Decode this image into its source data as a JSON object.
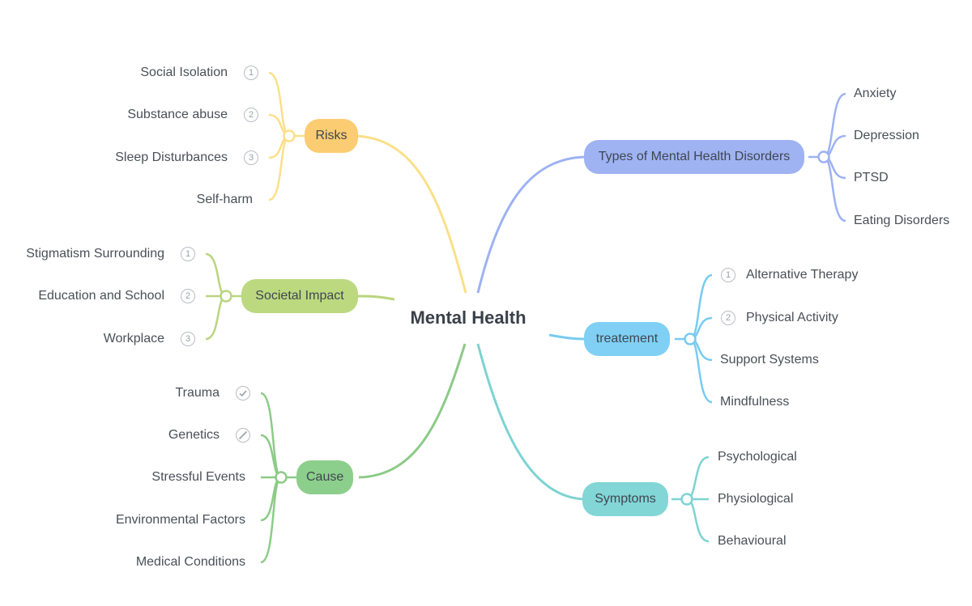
{
  "center": {
    "label": "Mental Health"
  },
  "colors": {
    "risks": "#fbe08a",
    "risks_fill": "#fbcc72",
    "societal": "#b9d57e",
    "societal_fill": "#bcd97f",
    "cause": "#8ccb87",
    "cause_fill": "#8ccf8c",
    "types": "#9db2f3",
    "types_fill": "#9fb3f3",
    "treatment": "#77cbf2",
    "treatment_fill": "#7fd0f4",
    "symptoms": "#7dd3d2",
    "symptoms_fill": "#82d6d6"
  },
  "branches": {
    "risks": {
      "label": "Risks",
      "items": [
        {
          "label": "Social Isolation",
          "badge": "1"
        },
        {
          "label": "Substance abuse",
          "badge": "2"
        },
        {
          "label": "Sleep Disturbances",
          "badge": "3"
        },
        {
          "label": "Self-harm",
          "badge": ""
        }
      ]
    },
    "societal": {
      "label": "Societal Impact",
      "items": [
        {
          "label": "Stigmatism Surrounding",
          "badge": "1"
        },
        {
          "label": "Education and School",
          "badge": "2"
        },
        {
          "label": "Workplace",
          "badge": "3"
        }
      ]
    },
    "cause": {
      "label": "Cause",
      "items": [
        {
          "label": "Trauma",
          "icon": "check-icon"
        },
        {
          "label": "Genetics",
          "icon": "prohibited-icon"
        },
        {
          "label": "Stressful Events"
        },
        {
          "label": "Environmental Factors"
        },
        {
          "label": "Medical Conditions"
        }
      ]
    },
    "types": {
      "label": "Types of Mental Health Disorders",
      "items": [
        {
          "label": "Anxiety"
        },
        {
          "label": "Depression"
        },
        {
          "label": "PTSD"
        },
        {
          "label": "Eating Disorders"
        }
      ]
    },
    "treatment": {
      "label": "treatement",
      "items": [
        {
          "label": "Alternative Therapy",
          "badge": "1"
        },
        {
          "label": "Physical Activity",
          "badge": "2"
        },
        {
          "label": "Support Systems",
          "badge": ""
        },
        {
          "label": "Mindfulness",
          "badge": ""
        }
      ]
    },
    "symptoms": {
      "label": "Symptoms",
      "items": [
        {
          "label": "Psychological"
        },
        {
          "label": "Physiological"
        },
        {
          "label": "Behavioural"
        }
      ]
    }
  }
}
